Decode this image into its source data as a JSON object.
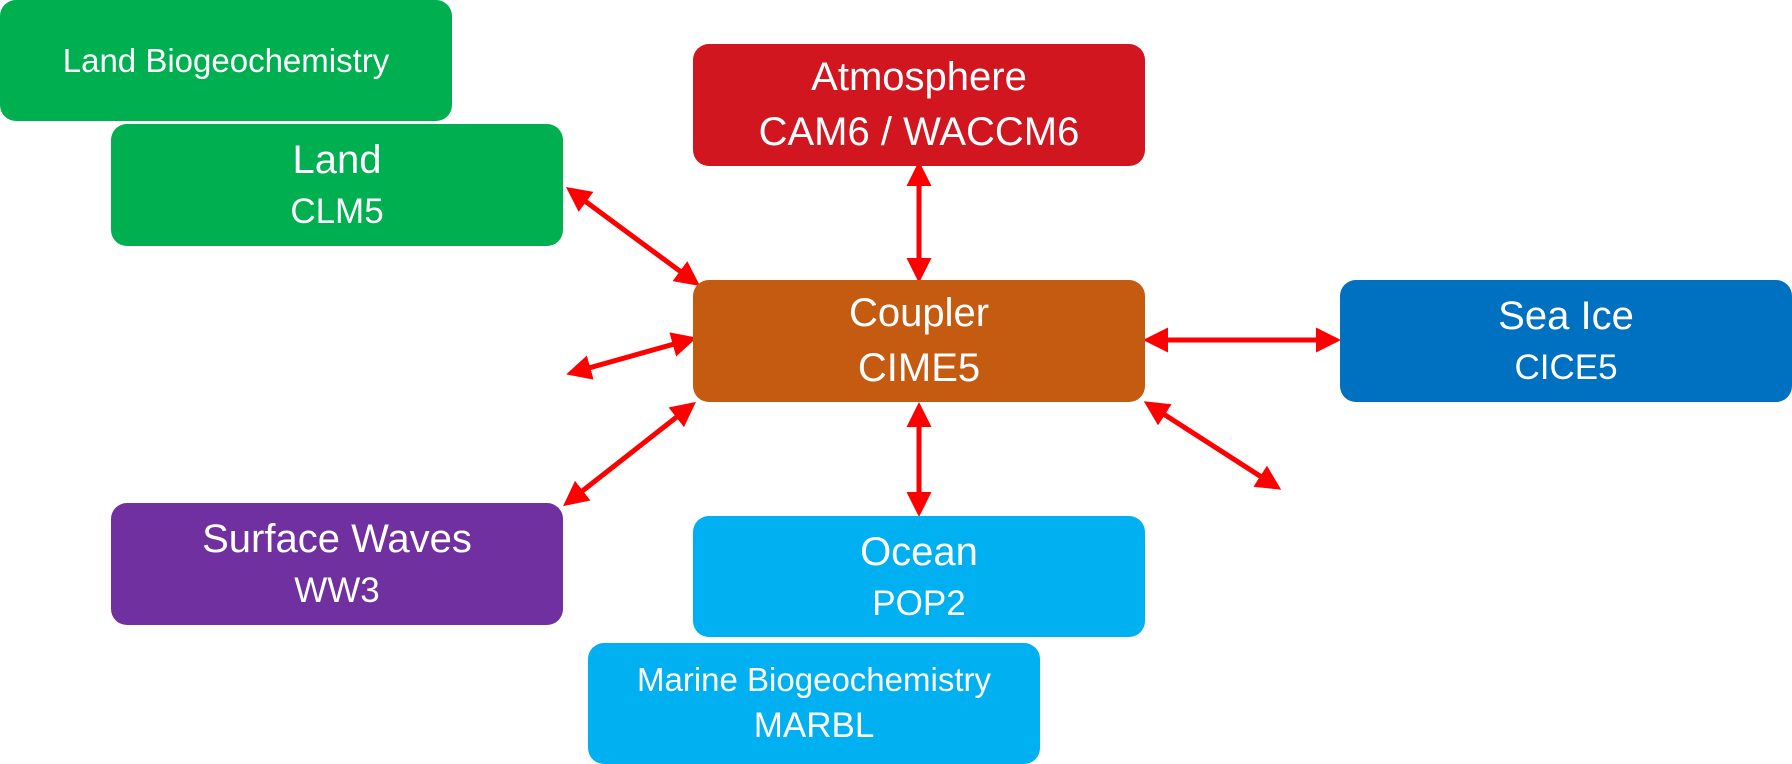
{
  "diagram": {
    "components": {
      "land_bgc": {
        "title": "Land Biogeochemistry",
        "color": "#00b050"
      },
      "land": {
        "title": "Land",
        "subtitle": "CLM5",
        "color": "#00b050"
      },
      "atmosphere": {
        "title": "Atmosphere",
        "subtitle": "CAM6 / WACCM6",
        "color": "#d11620"
      },
      "coupler": {
        "title": "Coupler",
        "subtitle": "CIME5",
        "color": "#c55a11"
      },
      "sea_ice": {
        "title": "Sea Ice",
        "subtitle": "CICE5",
        "color": "#0070c0"
      },
      "waves": {
        "title": "Surface Waves",
        "subtitle": "WW3",
        "color": "#7030a0"
      },
      "ocean": {
        "title": "Ocean",
        "subtitle": "POP2",
        "color": "#00b0f0"
      },
      "marine_bgc": {
        "title": "Marine Biogeochemistry",
        "subtitle": "MARBL",
        "color": "#00b0f0"
      }
    },
    "arrow_color": "#ff0000",
    "connections": [
      [
        "coupler",
        "land"
      ],
      [
        "coupler",
        "atmosphere"
      ],
      [
        "coupler",
        "sea_ice"
      ],
      [
        "coupler",
        "ocean"
      ],
      [
        "coupler",
        "waves"
      ],
      [
        "coupler",
        "unlabeled-left"
      ],
      [
        "coupler",
        "unlabeled-lower-right"
      ]
    ]
  }
}
